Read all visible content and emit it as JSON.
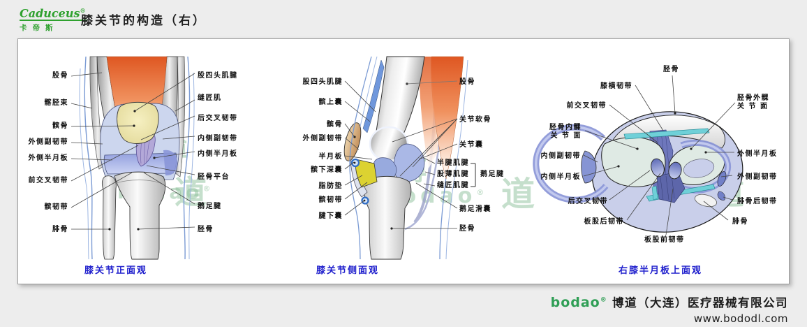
{
  "header": {
    "brand": "Caduceus",
    "brand_reg": "®",
    "brand_cn": "卡帝斯",
    "title": "膝关节的构造（右）"
  },
  "watermark": {
    "left": "博",
    "brand": "bodao",
    "reg": "®",
    "right": "道"
  },
  "panel1": {
    "caption": "膝关节正面观",
    "labels": {
      "femur": "股骨",
      "iliotibial_band": "髂胫束",
      "patella": "髌骨",
      "lateral_collateral_ligament": "外侧副韧带",
      "lateral_meniscus": "外侧半月板",
      "anterior_cruciate_ligament": "前交叉韧带",
      "patellar_ligament": "髌韧带",
      "fibula": "腓骨",
      "quadriceps_tendon": "股四头肌腱",
      "sartorius": "缝匠肌",
      "posterior_cruciate_ligament": "后交叉韧带",
      "medial_collateral_ligament": "内侧副韧带",
      "medial_meniscus": "内侧半月板",
      "tibial_plateau": "胫骨平台",
      "pes_anserinus": "鹅足腱",
      "tibia": "胫骨"
    }
  },
  "panel2": {
    "caption": "膝关节侧面观",
    "labels": {
      "quadriceps_tendon": "股四头肌腱",
      "suprapatellar_bursa": "髌上囊",
      "patella": "髌骨",
      "lateral_collateral_ligament": "外侧副韧带",
      "meniscus": "半月板",
      "deep_infrapatellar_bursa": "髌下深囊",
      "fat_pad": "脂肪垫",
      "patellar_ligament": "髌韧带",
      "subtendinous_bursa": "腱下囊",
      "femur": "股骨",
      "articular_cartilage": "关节软骨",
      "joint_capsule": "关节囊",
      "semitendinosus_tendon": "半腱肌腱",
      "gracilis_tendon": "股薄肌腱",
      "sartorius_tendon": "缝匠肌腱",
      "pes_anserinus": "鹅足腱",
      "pes_anserine_bursa": "鹅足滑囊",
      "tibia": "胫骨"
    }
  },
  "panel3": {
    "caption": "右膝半月板上面观",
    "labels": {
      "tibia": "胫骨",
      "transverse_ligament": "膝横韧带",
      "anterior_cruciate_ligament": "前交叉韧带",
      "medial_condyle_line1": "胫骨内髁",
      "medial_condyle_line2": "关 节 面",
      "medial_collateral_ligament": "内侧副韧带",
      "medial_meniscus": "内侧半月板",
      "posterior_cruciate_ligament": "后交叉韧带",
      "posterior_meniscofemoral_ligament": "板股后韧带",
      "anterior_meniscofemoral_ligament": "板股前韧带",
      "lateral_condyle_line1": "胫骨外髁",
      "lateral_condyle_line2": "关 节 面",
      "lateral_meniscus": "外侧半月板",
      "lateral_collateral_ligament": "外侧副韧带",
      "posterior_fibular_ligament": "腓骨后韧带",
      "fibula": "腓骨"
    }
  },
  "footer": {
    "brand": "bodao",
    "reg": "®",
    "company": "博道（大连）医疗器械有限公司",
    "website": "www.bododl.com"
  }
}
